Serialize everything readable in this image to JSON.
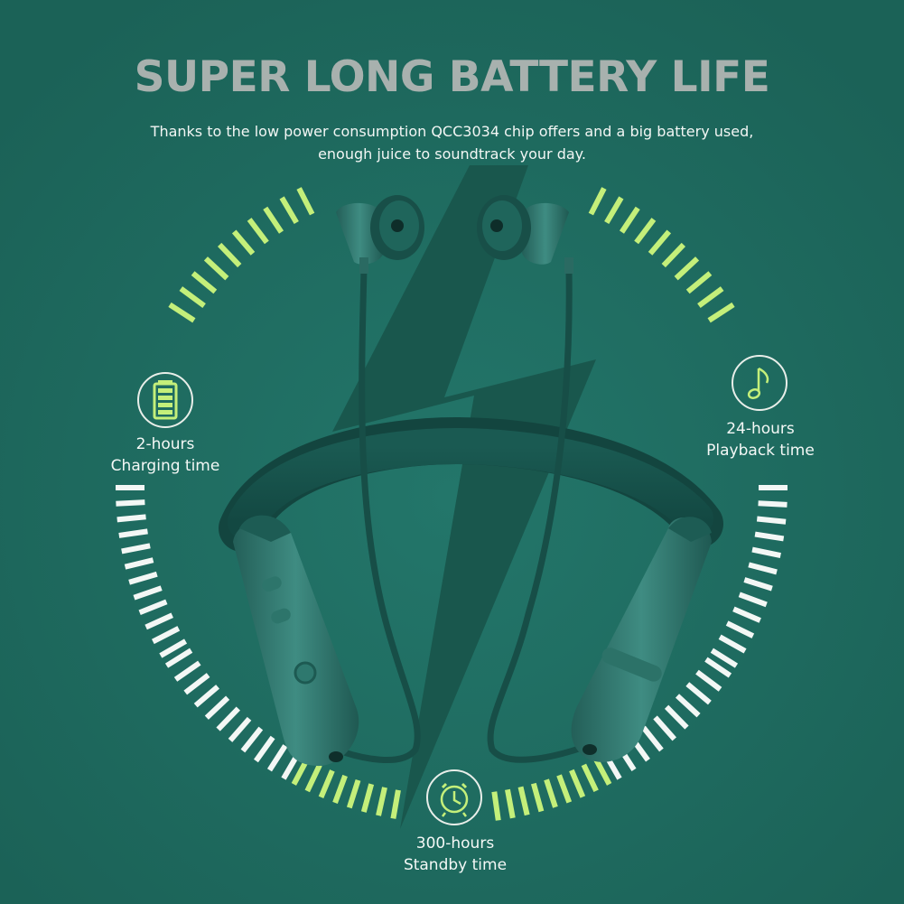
{
  "header": {
    "title": "SUPER LONG BATTERY LIFE",
    "subtitle_line1": "Thanks to the low power consumption QCC3034 chip offers and a big battery used,",
    "subtitle_line2": "enough juice to soundtrack your day."
  },
  "features": {
    "charging": {
      "value": "2-hours",
      "label": "Charging time",
      "icon": "battery-icon"
    },
    "playback": {
      "value": "24-hours",
      "label": "Playback time",
      "icon": "music-note-icon"
    },
    "standby": {
      "value": "300-hours",
      "label": "Standby time",
      "icon": "alarm-clock-icon"
    }
  },
  "colors": {
    "background": "#1e6a5e",
    "accent_green": "#c4ef7a",
    "bars_white": "#f3f7f5",
    "title_gray": "#a8b1ae",
    "bolt": "#19574d"
  }
}
